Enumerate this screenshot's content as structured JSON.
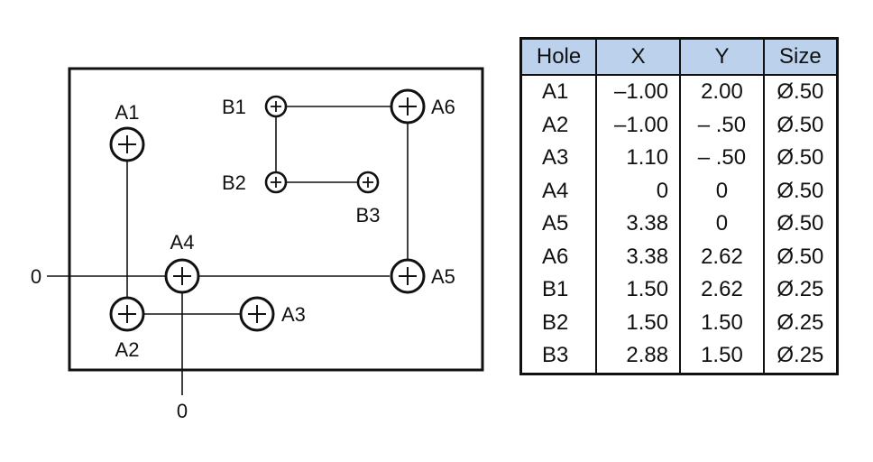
{
  "drawing": {
    "origin_label_x": "0",
    "origin_label_y": "0",
    "holes": [
      {
        "id": "A1",
        "label": "A1"
      },
      {
        "id": "A2",
        "label": "A2"
      },
      {
        "id": "A3",
        "label": "A3"
      },
      {
        "id": "A4",
        "label": "A4"
      },
      {
        "id": "A5",
        "label": "A5"
      },
      {
        "id": "A6",
        "label": "A6"
      },
      {
        "id": "B1",
        "label": "B1"
      },
      {
        "id": "B2",
        "label": "B2"
      },
      {
        "id": "B3",
        "label": "B3"
      }
    ]
  },
  "table": {
    "headers": {
      "hole": "Hole",
      "x": "X",
      "y": "Y",
      "size": "Size"
    },
    "rows": [
      {
        "hole": "A1",
        "x": "–1.00",
        "y": "2.00",
        "size": "Ø.50"
      },
      {
        "hole": "A2",
        "x": "–1.00",
        "y": "– .50",
        "size": "Ø.50"
      },
      {
        "hole": "A3",
        "x": "1.10",
        "y": "– .50",
        "size": "Ø.50"
      },
      {
        "hole": "A4",
        "x": "0",
        "y": "0",
        "size": "Ø.50"
      },
      {
        "hole": "A5",
        "x": "3.38",
        "y": "0",
        "size": "Ø.50"
      },
      {
        "hole": "A6",
        "x": "3.38",
        "y": "2.62",
        "size": "Ø.50"
      },
      {
        "hole": "B1",
        "x": "1.50",
        "y": "2.62",
        "size": "Ø.25"
      },
      {
        "hole": "B2",
        "x": "1.50",
        "y": "1.50",
        "size": "Ø.25"
      },
      {
        "hole": "B3",
        "x": "2.88",
        "y": "1.50",
        "size": "Ø.25"
      }
    ]
  },
  "colors": {
    "header_fill": "#bcd2ec",
    "ink": "#111111"
  }
}
